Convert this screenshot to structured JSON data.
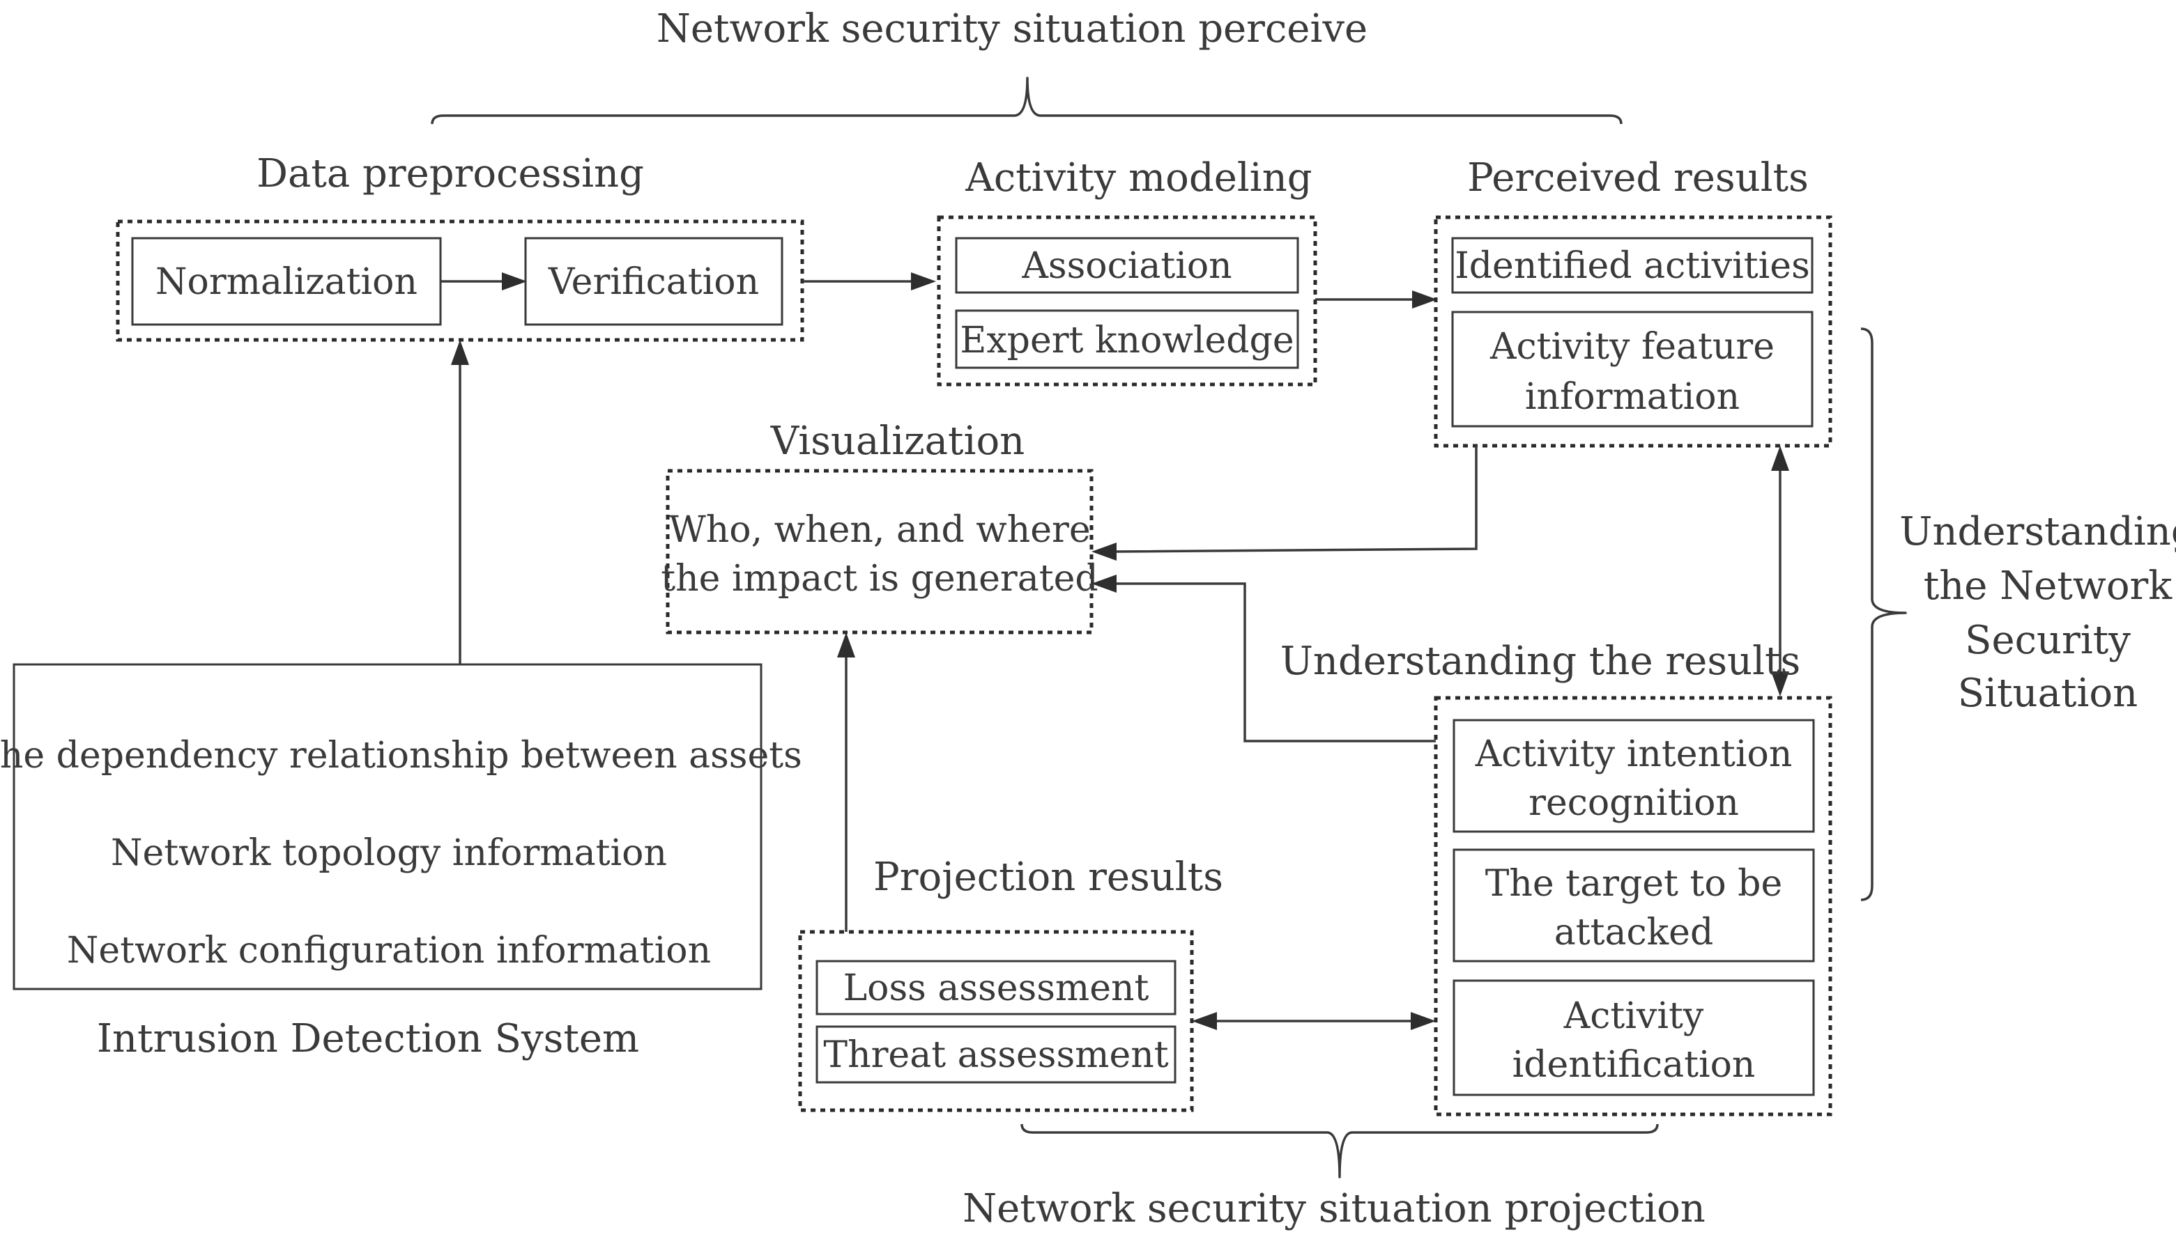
{
  "brace_labels": {
    "top": "Network security situation  perceive",
    "right": [
      "Understanding",
      "the Network",
      "Security",
      "Situation"
    ],
    "bottom": "Network security situation projection"
  },
  "data_preprocessing": {
    "title": "Data preprocessing",
    "normalization": "Normalization",
    "verification": "Verification"
  },
  "activity_modeling": {
    "title": "Activity modeling",
    "association": "Association",
    "expert_knowledge": "Expert knowledge"
  },
  "perceived_results": {
    "title": "Perceived results",
    "identified_activities": "Identified activities",
    "activity_feature_information": [
      "Activity feature",
      "information"
    ]
  },
  "visualization": {
    "title": "Visualization",
    "text": [
      "Who, when, and where",
      "the impact is generated"
    ]
  },
  "understanding_results": {
    "title": "Understanding the results",
    "activity_intention_recognition": [
      "Activity intention",
      "recognition"
    ],
    "target_to_be_attacked": [
      "The target to be",
      "attacked"
    ],
    "activity_identification": [
      "Activity",
      "identification"
    ]
  },
  "projection_results": {
    "title": "Projection results",
    "loss_assessment": "Loss assessment",
    "threat_assessment": "Threat assessment"
  },
  "intrusion_detection": {
    "caption": "Intrusion Detection System",
    "items": [
      "The dependency relationship between assets",
      "Network topology information",
      "Network configuration information"
    ]
  }
}
